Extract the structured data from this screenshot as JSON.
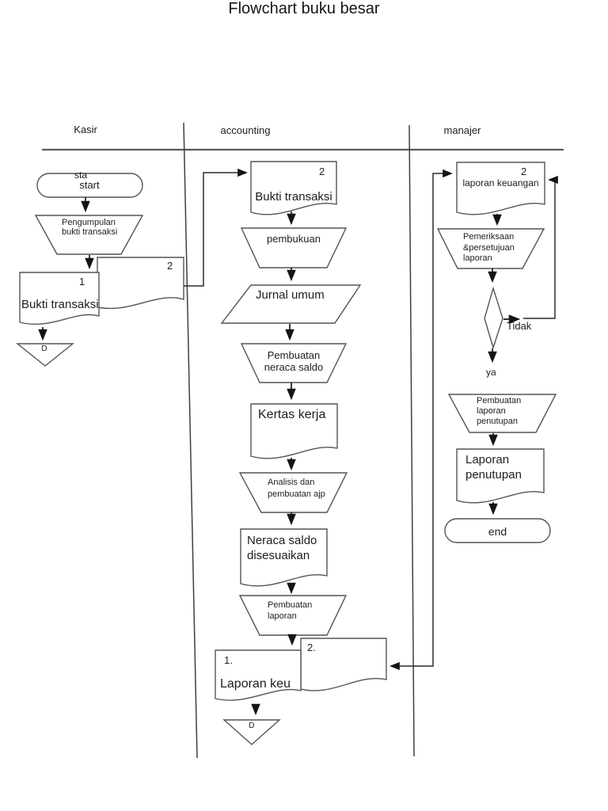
{
  "title": "Flowchart buku besar",
  "colors": {
    "background": "#ffffff",
    "shape_stroke": "#545454",
    "arrow": "#161616",
    "text": "#1d1d1d"
  },
  "lanes": {
    "kasir": "Kasir",
    "accounting": "accounting",
    "manajer": "manajer"
  },
  "kasir": {
    "start_top": "sta",
    "start": "start",
    "manual_op": "Pengumpulan\nbukti transaksi",
    "doc_copy2": "2",
    "doc_copy1": "1",
    "doc_label": "Bukti transaksi",
    "archive": "D"
  },
  "accounting": {
    "doc_in_copy": "2",
    "doc_in_label": "Bukti transaksi",
    "op_pembukuan": "pembukuan",
    "jurnal_umum": "Jurnal umum",
    "op_neraca_saldo": "Pembuatan\nneraca saldo",
    "kertas_kerja": "Kertas kerja",
    "op_ajp": "Analisis dan\npembuatan ajp",
    "neraca_disesuaikan": "Neraca saldo\ndisesuaikan",
    "op_laporan": "Pembuatan\nlaporan",
    "doc_copy2": "2.",
    "doc_copy1": "1.",
    "doc_label": "Laporan keu",
    "archive": "D"
  },
  "manajer": {
    "doc_copy": "2",
    "doc_label": "laporan keuangan",
    "op_pemeriksaan": "Pemeriksaan\n&persetujuan\nlaporan",
    "decision_no": "Tidak",
    "decision_yes": "ya",
    "op_penutupan": "Pembuatan\nlaporan\npenutupan",
    "doc_penutupan": "Laporan\npenutupan",
    "end": "end"
  }
}
